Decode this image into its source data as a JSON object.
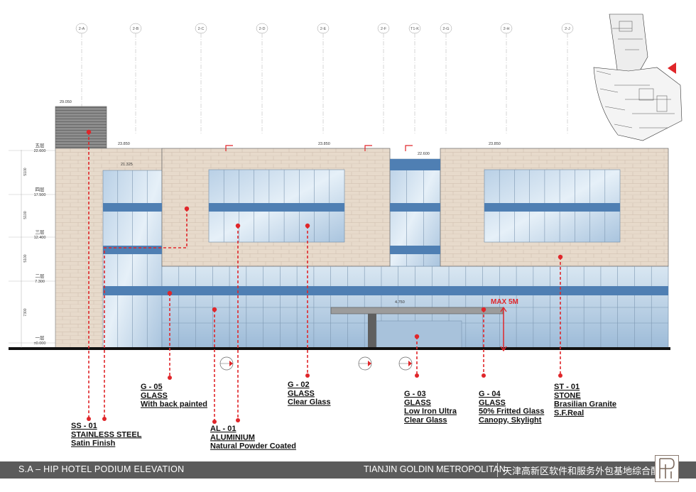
{
  "grid_labels": [
    "2-A",
    "2-B",
    "2-C",
    "2-D",
    "2-E",
    "2-F",
    "T1-K",
    "2-G",
    "2-H",
    "2-J"
  ],
  "floor_labels": [
    "五层",
    "四层",
    "三层",
    "二层",
    "一层"
  ],
  "floor_levels": [
    "22.600",
    "17.500",
    "12.400",
    "7.300",
    "±0.000"
  ],
  "floor_heights": [
    "5100",
    "5100",
    "5100",
    "7300"
  ],
  "dimensions": {
    "tower": "29.050",
    "bay_left": "23.850",
    "bay_center": "23.850",
    "bay_right": "23.850",
    "level_left": "21.325",
    "level_center": "22.600",
    "canopy": "4.750"
  },
  "max_height_label": "MAX 5M",
  "materials": [
    {
      "code": "SS - 01",
      "name": "STAINLESS STEEL",
      "desc": [
        "Satin Finish"
      ]
    },
    {
      "code": "G - 05",
      "name": "GLASS",
      "desc": [
        "With  back painted"
      ]
    },
    {
      "code": "AL - 01",
      "name": "ALUMINIUM",
      "desc": [
        "Natural Powder Coated"
      ]
    },
    {
      "code": "G - 02",
      "name": "GLASS",
      "desc": [
        "Clear Glass"
      ]
    },
    {
      "code": "G - 03",
      "name": "GLASS",
      "desc": [
        "Low Iron Ultra",
        "Clear Glass"
      ]
    },
    {
      "code": "G - 04",
      "name": "GLASS",
      "desc": [
        "50% Fritted Glass",
        "Canopy, Skylight"
      ]
    },
    {
      "code": "ST - 01",
      "name": "STONE",
      "desc": [
        "Brasilian Granite",
        "S.F.Real"
      ]
    }
  ],
  "footer": {
    "title": "S.A – HIP HOTEL PODIUM ELEVATION",
    "project": "TIANJIN GOLDIN METROPOLITAN",
    "chinese": "天津高新区软件和服务外包基地综合配套区"
  },
  "colors": {
    "stone": "#e6d9cb",
    "glass": "#c3d9ea",
    "glass_band": "#4f7fb3",
    "annotation": "#e0262a",
    "footer": "#5b5b5b"
  }
}
